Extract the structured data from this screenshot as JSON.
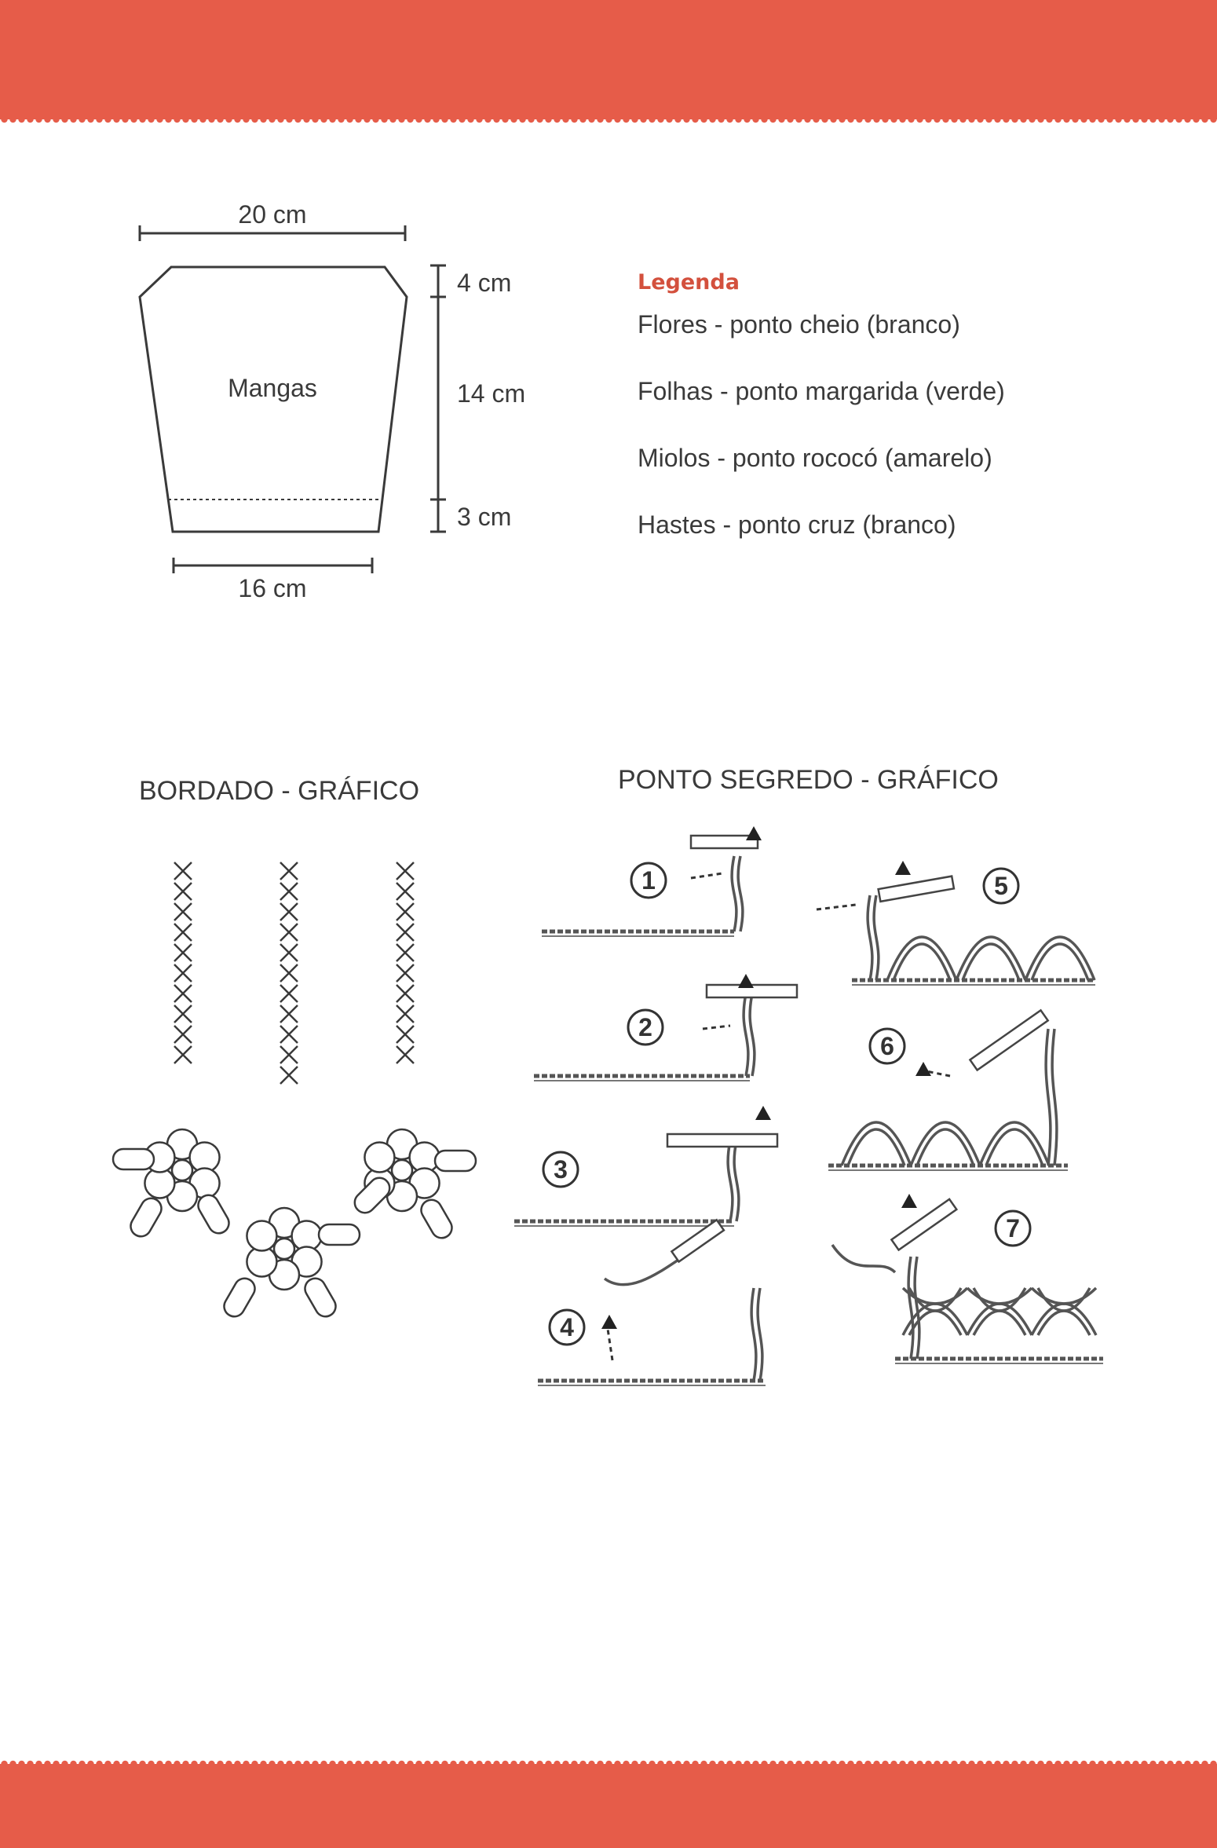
{
  "mangas_diagram": {
    "label": "Mangas",
    "top_width": "20 cm",
    "bottom_width": "16 cm",
    "height_top": "4 cm",
    "height_middle": "14 cm",
    "height_bottom": "3 cm"
  },
  "legend": {
    "title": "Legenda",
    "items": [
      "Flores - ponto cheio (branco)",
      "Folhas - ponto margarida (verde)",
      "Miolos - ponto rococó (amarelo)",
      "Hastes - ponto cruz (branco)"
    ]
  },
  "bordado": {
    "title": "BORDADO - GRÁFICO"
  },
  "ponto_segredo": {
    "title": "PONTO SEGREDO - GRÁFICO",
    "steps": [
      "1",
      "2",
      "3",
      "4",
      "5",
      "6",
      "7"
    ]
  },
  "colors": {
    "band": "#e65c49",
    "legend_title": "#d3503d",
    "line": "#3a3a3a"
  }
}
